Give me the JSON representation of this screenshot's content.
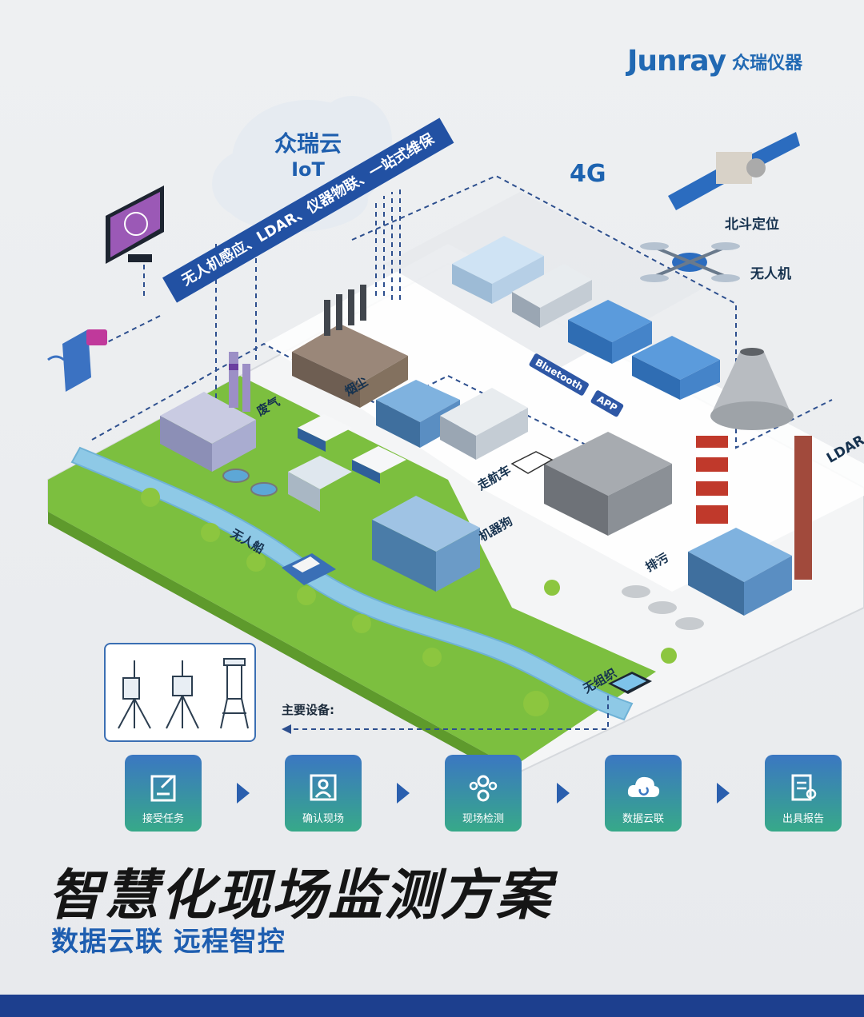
{
  "brand": {
    "name_en": "Junray",
    "name_cn": "众瑞仪器",
    "color": "#2169b3"
  },
  "cloud": {
    "line1": "众瑞云",
    "line2": "IoT"
  },
  "banner": {
    "text": "无人机感应、LDAR、仪器物联、一站式维保",
    "color": "#2251a3"
  },
  "labels": {
    "network": "4G",
    "beidou": "北斗定位",
    "drone": "无人机",
    "bluetooth": "Bluetooth",
    "app": "APP",
    "ldar": "LDAR",
    "exhaust": "废气",
    "chimney": "烟尘",
    "vehicle": "走航车",
    "robot_dog": "机器狗",
    "boat": "无人船",
    "wastewater": "无组织",
    "emission": "排污"
  },
  "equipment": {
    "label": "主要设备:"
  },
  "steps": [
    {
      "label": "接受任务",
      "icon": "task-icon"
    },
    {
      "label": "确认现场",
      "icon": "confirm-site-icon"
    },
    {
      "label": "现场检测",
      "icon": "site-inspection-icon"
    },
    {
      "label": "数据云联",
      "icon": "cloud-sync-icon"
    },
    {
      "label": "出具报告",
      "icon": "report-icon"
    }
  ],
  "title": "智慧化现场监测方案",
  "subtitle": "数据云联 远程智控",
  "colors": {
    "grass": "#7cbf3f",
    "river": "#8ec9e6",
    "accent": "#1d3f8e",
    "step_top": "#3b77c2",
    "step_bottom": "#37a989"
  }
}
